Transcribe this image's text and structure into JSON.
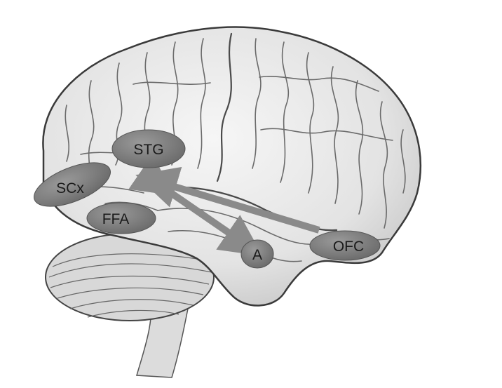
{
  "regions": {
    "stg": "STG",
    "scx": "SCx",
    "ffa": "FFA",
    "a": "A",
    "ofc": "OFC"
  },
  "colors": {
    "region_fill": "#7d7d7d",
    "arrow": "#8a8a8a",
    "brain_fill": "#e9e9e9",
    "sulcus": "#6a6a6a"
  }
}
